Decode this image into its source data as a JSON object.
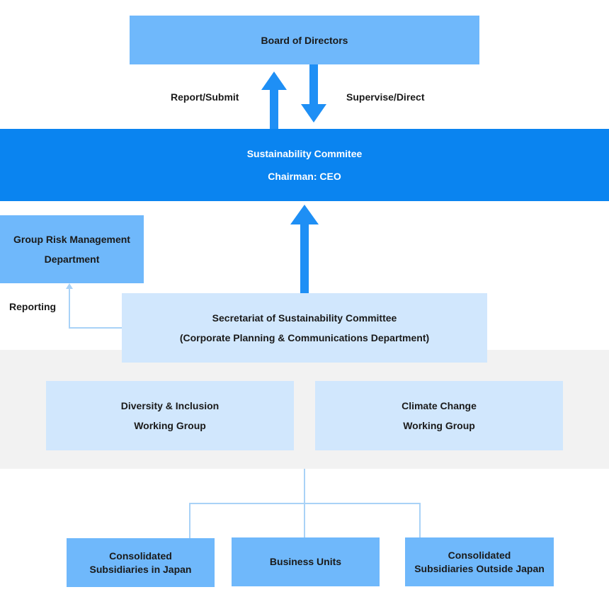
{
  "board": {
    "label": "Board of Directors"
  },
  "flows": {
    "report_submit": "Report/Submit",
    "supervise_direct": "Supervise/Direct",
    "reporting": "Reporting"
  },
  "committee": {
    "title": "Sustainability Commitee",
    "chair": "Chairman: CEO"
  },
  "risk_dept": {
    "line1": "Group Risk Management",
    "line2": "Department"
  },
  "secretariat": {
    "line1": "Secretariat of Sustainability Committee",
    "line2": "(Corporate Planning & Communications Department)"
  },
  "working_groups": [
    {
      "line1": "Diversity & Inclusion",
      "line2": "Working Group"
    },
    {
      "line1": "Climate Change",
      "line2": "Working Group"
    }
  ],
  "units": [
    {
      "line1": "Consolidated",
      "line2": "Subsidiaries in Japan"
    },
    {
      "line1": "Business Units"
    },
    {
      "line1": "Consolidated",
      "line2": "Subsidiaries Outside Japan"
    }
  ],
  "colors": {
    "dark_blue": "#0a84f0",
    "mid_blue": "#6fb8fb",
    "light_blue": "#d1e7fd",
    "band_gray": "#f2f2f2",
    "arrow_blue": "#1e8ff5",
    "connector": "#a9d2f7"
  }
}
